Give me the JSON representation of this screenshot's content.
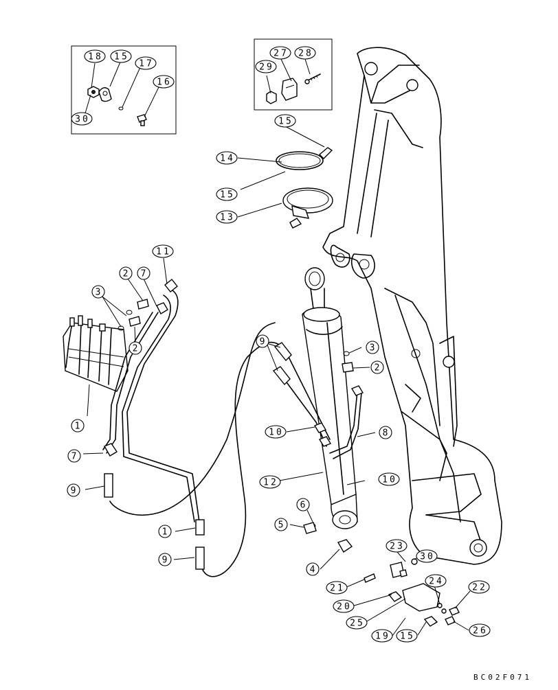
{
  "drawing": {
    "reference_code": "BC02F071"
  },
  "callouts": [
    {
      "id": "c-18-a",
      "label": "18"
    },
    {
      "id": "c-15-a",
      "label": "15"
    },
    {
      "id": "c-17",
      "label": "17"
    },
    {
      "id": "c-16",
      "label": "16"
    },
    {
      "id": "c-30-a",
      "label": "30"
    },
    {
      "id": "c-27",
      "label": "27"
    },
    {
      "id": "c-28",
      "label": "28"
    },
    {
      "id": "c-29",
      "label": "29"
    },
    {
      "id": "c-15-b",
      "label": "15"
    },
    {
      "id": "c-14",
      "label": "14"
    },
    {
      "id": "c-15-c",
      "label": "15"
    },
    {
      "id": "c-13",
      "label": "13"
    },
    {
      "id": "c-11",
      "label": "11"
    },
    {
      "id": "c-2-a",
      "label": "2"
    },
    {
      "id": "c-7-a",
      "label": "7"
    },
    {
      "id": "c-3-a",
      "label": "3"
    },
    {
      "id": "c-2-b",
      "label": "2"
    },
    {
      "id": "c-1-a",
      "label": "1"
    },
    {
      "id": "c-7-b",
      "label": "7"
    },
    {
      "id": "c-9-a",
      "label": "9"
    },
    {
      "id": "c-9-b",
      "label": "9"
    },
    {
      "id": "c-3-b",
      "label": "3"
    },
    {
      "id": "c-2-c",
      "label": "2"
    },
    {
      "id": "c-10-a",
      "label": "10"
    },
    {
      "id": "c-8",
      "label": "8"
    },
    {
      "id": "c-12",
      "label": "12"
    },
    {
      "id": "c-10-b",
      "label": "10"
    },
    {
      "id": "c-6",
      "label": "6"
    },
    {
      "id": "c-5",
      "label": "5"
    },
    {
      "id": "c-1-b",
      "label": "1"
    },
    {
      "id": "c-9-c",
      "label": "9"
    },
    {
      "id": "c-4",
      "label": "4"
    },
    {
      "id": "c-23",
      "label": "23"
    },
    {
      "id": "c-30-b",
      "label": "30"
    },
    {
      "id": "c-24",
      "label": "24"
    },
    {
      "id": "c-22",
      "label": "22"
    },
    {
      "id": "c-21",
      "label": "21"
    },
    {
      "id": "c-20",
      "label": "20"
    },
    {
      "id": "c-25",
      "label": "25"
    },
    {
      "id": "c-19",
      "label": "19"
    },
    {
      "id": "c-15-d",
      "label": "15"
    },
    {
      "id": "c-26",
      "label": "26"
    }
  ]
}
